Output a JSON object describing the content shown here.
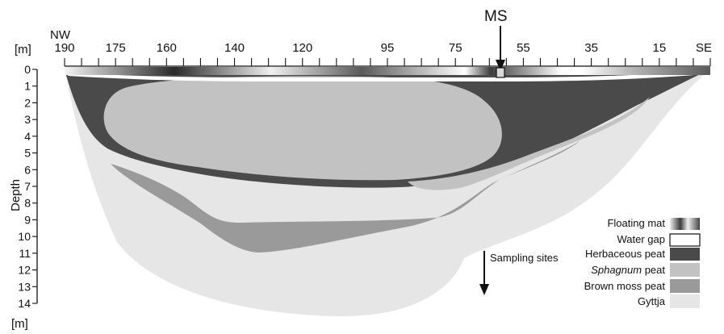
{
  "header": {
    "ms_label": "MS",
    "nw_label": "NW",
    "se_label": "SE",
    "top_unit": "[m]",
    "bottom_unit": "[m]"
  },
  "distance_axis": {
    "ticks": [
      190,
      175,
      160,
      140,
      120,
      95,
      75,
      55,
      35,
      15
    ],
    "tick_labels": [
      "190",
      "175",
      "160",
      "140",
      "120",
      "95",
      "75",
      "55",
      "35",
      "15"
    ]
  },
  "depth_axis": {
    "label": "Depth",
    "ticks": [
      0,
      1,
      2,
      3,
      4,
      5,
      6,
      7,
      8,
      9,
      10,
      11,
      12,
      13,
      14
    ],
    "tick_labels": [
      "0",
      "1",
      "2",
      "3",
      "4",
      "5",
      "6",
      "7",
      "8",
      "9",
      "10",
      "11",
      "12",
      "13",
      "14"
    ]
  },
  "layers": {
    "floating_mat": {
      "name": "Floating mat",
      "color": "#555555"
    },
    "water_gap": {
      "name": "Water gap",
      "color": "#ffffff"
    },
    "herbaceous_peat": {
      "name": "Herbaceous peat",
      "color": "#4a4a4a"
    },
    "sphagnum_peat": {
      "name_italic": "Sphagnum",
      "name_rest": " peat",
      "color": "#c2c2c2"
    },
    "brown_moss_peat": {
      "name": "Brown moss peat",
      "color": "#9a9a9a"
    },
    "gyttja": {
      "name": "Gyttja",
      "color": "#e6e6e6"
    }
  },
  "sampling": {
    "label": "Sampling sites"
  }
}
